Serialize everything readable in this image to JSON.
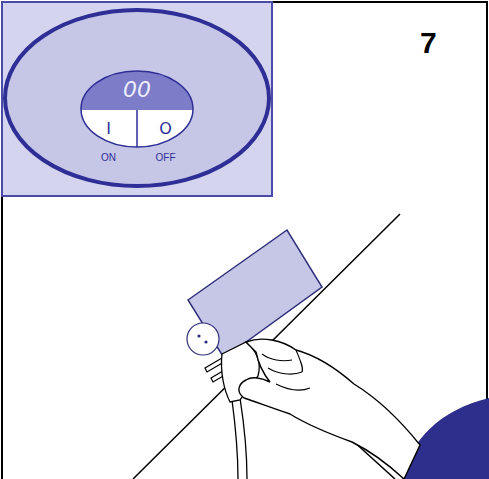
{
  "diagram": {
    "nodes": [
      {
        "text": [
          "00"
        ]
      },
      {
        "text": [
          "I"
        ],
        "in": 0
      },
      {
        "text": [
          "O"
        ],
        "in": 0
      }
    ],
    "labels": [
      "7",
      "ON",
      "OFF"
    ]
  }
}
